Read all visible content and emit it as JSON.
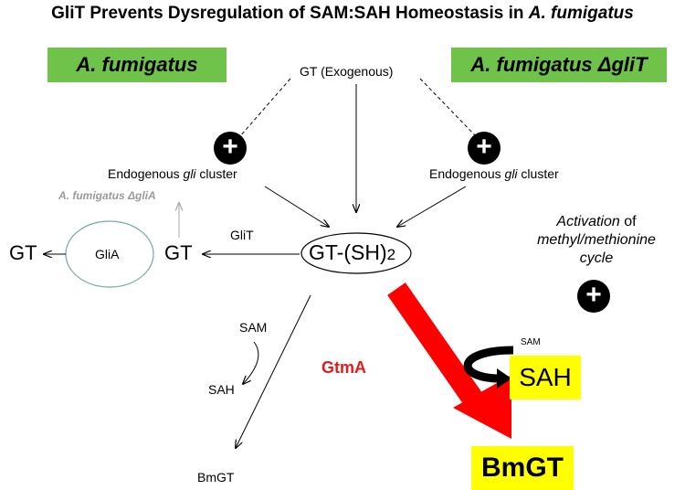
{
  "title": {
    "prefix": "GliT Prevents Dysregulation of SAM:SAH Homeostasis in ",
    "species": "A. fumigatus"
  },
  "strain_left": {
    "label": "A. fumigatus"
  },
  "strain_right": {
    "label": "A. fumigatus ΔgliT"
  },
  "nodes": {
    "gt_exogenous": "GT (Exogenous)",
    "endogenous_left": {
      "prefix": "Endogenous ",
      "gene": "gli",
      "suffix": " cluster"
    },
    "endogenous_right": {
      "prefix": "Endogenous ",
      "gene": "gli",
      "suffix": " cluster"
    },
    "deletion_label": "A. fumigatus ΔgliA",
    "glit_label": "GliT",
    "gt_far_left": "GT",
    "glia": "GliA",
    "gt_middle": "GT",
    "gt_sh2": {
      "main": "GT-(SH)",
      "sub": "2"
    },
    "sam": "SAM",
    "sah": "SAH",
    "bmgt_small": "BmGT",
    "gtma": "GtmA",
    "activation": {
      "line1_em": "Activation",
      "line1_rest": " of",
      "line2": "methyl/methionine",
      "line3": "cycle"
    },
    "sam_small": "SAM",
    "sah_box": "SAH",
    "bmgt_box": "BmGT",
    "plus_symbol": "+"
  },
  "colors": {
    "green_box": "#6fc24a",
    "yellow_box": "#ffff00",
    "red_arrow": "#ff0000",
    "gtma_text": "#e8191b",
    "gray_text": "#9a9a9a",
    "ellipse_outline": "#7aa6a6"
  }
}
